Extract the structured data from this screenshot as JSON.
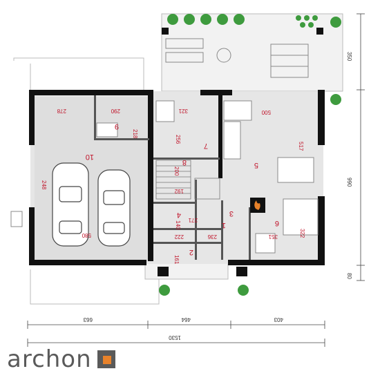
{
  "rooms": [
    {
      "id": "r1",
      "label": "1"
    },
    {
      "id": "r2",
      "label": "2"
    },
    {
      "id": "r3",
      "label": "3"
    },
    {
      "id": "r4",
      "label": "4"
    },
    {
      "id": "r5",
      "label": "5"
    },
    {
      "id": "r6",
      "label": "6"
    },
    {
      "id": "r7",
      "label": "7"
    },
    {
      "id": "r8",
      "label": "8"
    },
    {
      "id": "r9",
      "label": "9"
    },
    {
      "id": "r10",
      "label": "10"
    }
  ],
  "inner_dims": [
    "278",
    "290",
    "218",
    "321",
    "500",
    "517",
    "256",
    "200",
    "192",
    "248",
    "580",
    "271",
    "140",
    "236",
    "222",
    "161",
    "351",
    "322"
  ],
  "outer_dims": {
    "seg1": "663",
    "seg2": "464",
    "seg3": "403",
    "total": "1530",
    "right_top": "350",
    "right_mid": "990",
    "right_bot": "80"
  },
  "brand": {
    "name": "archon",
    "accent": "#e8822a",
    "gray": "#5a5a5a"
  },
  "colors": {
    "wall": "#111111",
    "floor": "#e6e6e6",
    "terrace": "#f2f2f2",
    "plant": "#3e9b3e",
    "label": "#c0142a"
  }
}
